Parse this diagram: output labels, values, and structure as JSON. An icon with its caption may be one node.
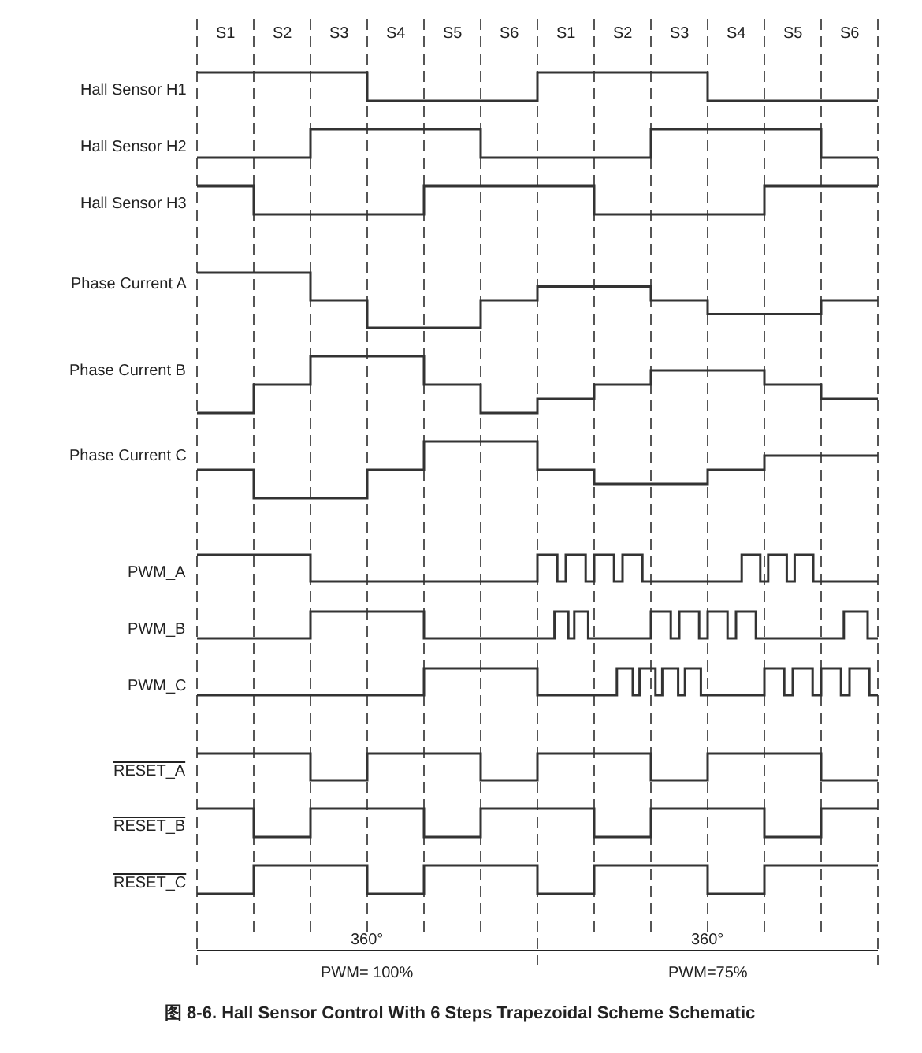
{
  "diagram": {
    "caption": "图 8-6. Hall Sensor Control With 6 Steps Trapezoidal Scheme Schematic",
    "labels": [
      "S1",
      "S2",
      "S3",
      "S4",
      "S5",
      "S6",
      "S1",
      "S2",
      "S3",
      "S4",
      "S5",
      "S6",
      "Hall Sensor H1",
      "Hall Sensor H2",
      "Hall Sensor H3",
      "Phase Current A",
      "Phase Current B",
      "Phase Current C",
      "PWM_A",
      "PWM_B",
      "PWM_C",
      "RESET_A",
      "RESET_B",
      "RESET_C",
      "360°",
      "360°",
      "PWM= 100%",
      "PWM=75%"
    ]
  }
}
